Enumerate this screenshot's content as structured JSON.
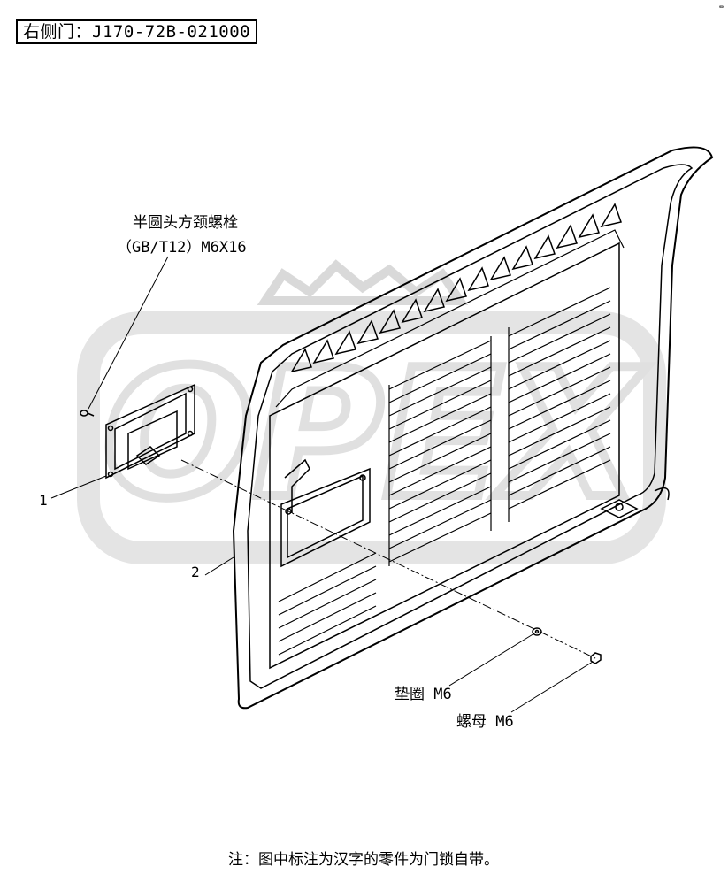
{
  "title": "右侧门：J170-72B-021000",
  "corner_mark": "✏",
  "watermark": "OPEX",
  "parts": {
    "bolt_name": "半圆头方颈螺栓",
    "bolt_spec": "（GB/T12）M6X16",
    "washer": "垫圈 M6",
    "nut": "螺母 M6"
  },
  "callouts": {
    "lock": "1",
    "door": "2"
  },
  "note": "注：图中标注为汉字的零件为门锁自带。"
}
